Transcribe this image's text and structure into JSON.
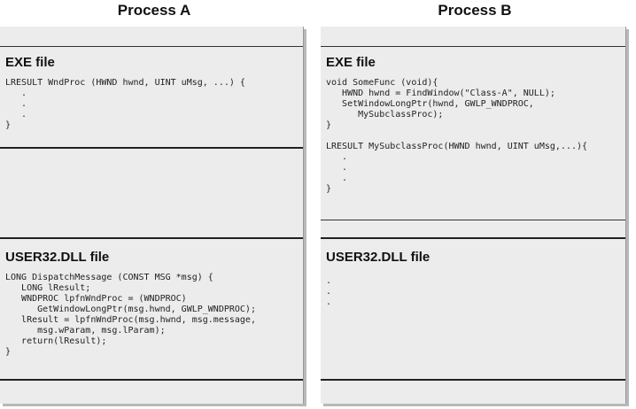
{
  "process_a": {
    "title": "Process A",
    "exe": {
      "title": "EXE file",
      "code": "LRESULT WndProc (HWND hwnd, UINT uMsg, ...) {\n   .\n   .\n   .\n}"
    },
    "user32": {
      "title": "USER32.DLL file",
      "code": "LONG DispatchMessage (CONST MSG *msg) {\n   LONG lResult;\n   WNDPROC lpfnWndProc = (WNDPROC)\n      GetWindowLongPtr(msg.hwnd, GWLP_WNDPROC);\n   lResult = lpfnWndProc(msg.hwnd, msg.message,\n      msg.wParam, msg.lParam);\n   return(lResult);\n}"
    }
  },
  "process_b": {
    "title": "Process B",
    "exe": {
      "title": "EXE file",
      "code": "void SomeFunc (void){\n   HWND hwnd = FindWindow(\"Class-A\", NULL);\n   SetWindowLongPtr(hwnd, GWLP_WNDPROC,\n      MySubclassProc);\n}\n\nLRESULT MySubclassProc(HWND hwnd, UINT uMsg,...){\n   .\n   .\n   .\n}"
    },
    "user32": {
      "title": "USER32.DLL file",
      "code": ".\n.\n."
    }
  }
}
